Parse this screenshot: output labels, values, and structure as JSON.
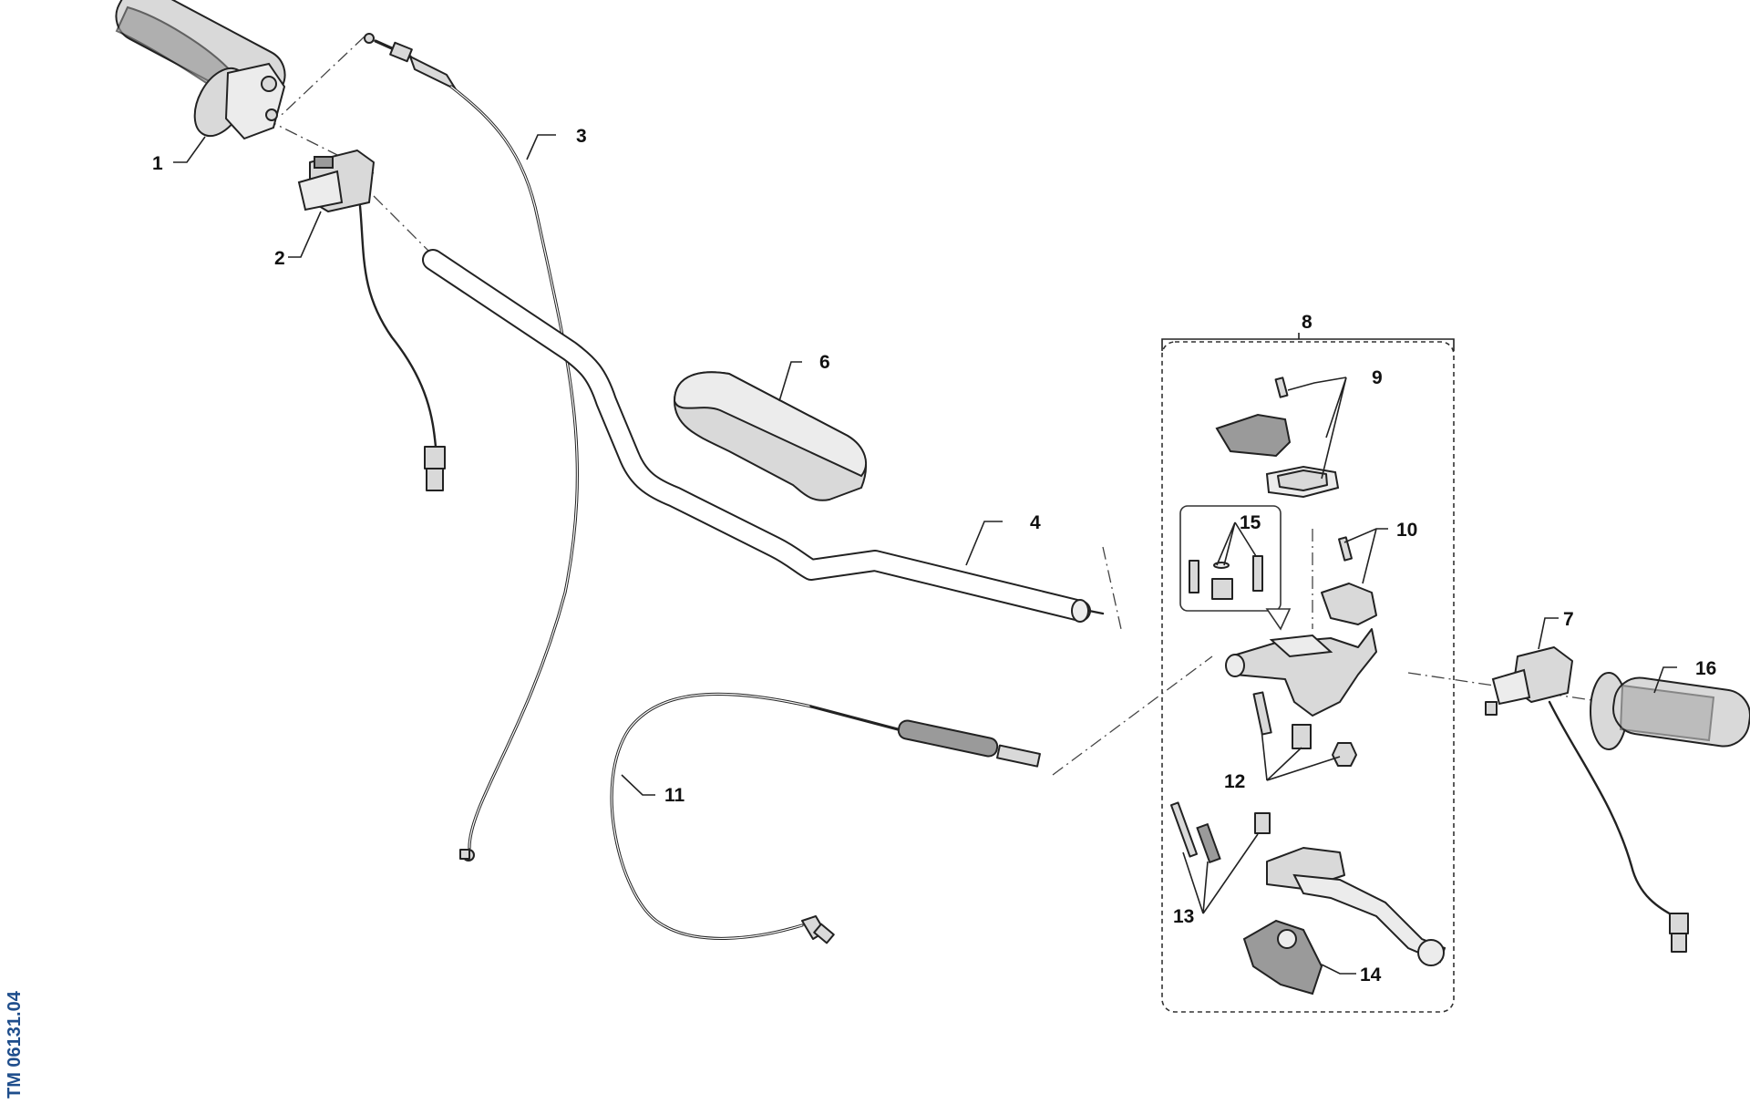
{
  "callouts": {
    "c1": "1",
    "c2": "2",
    "c3": "3",
    "c4": "4",
    "c6": "6",
    "c7": "7",
    "c8": "8",
    "c9": "9",
    "c10": "10",
    "c11": "11",
    "c12": "12",
    "c13": "13",
    "c14": "14",
    "c15": "15",
    "c16": "16"
  },
  "reference_code": "TM 06131.04",
  "colors": {
    "outline": "#222222",
    "part_fill": "#d9d9d9",
    "reference_text": "#1f4e8c"
  }
}
